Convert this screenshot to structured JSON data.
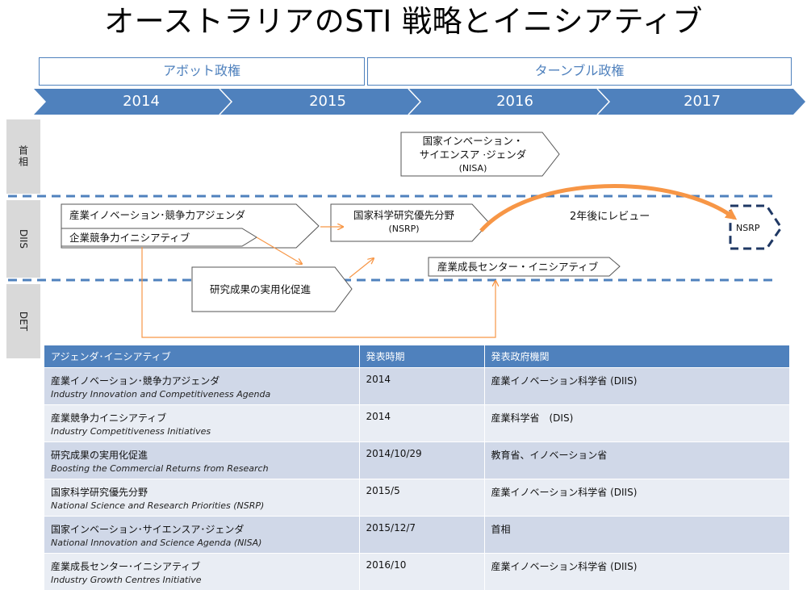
{
  "title": "オーストラリアのSTI 戦略とイニシアティブ",
  "governments": [
    {
      "label": "アボット政権"
    },
    {
      "label": "ターンブル政権"
    }
  ],
  "years": [
    "2014",
    "2015",
    "2016",
    "2017"
  ],
  "lanes": {
    "pm": "首相",
    "diis": "DIIS",
    "det": "DET"
  },
  "shapes": {
    "nisa": [
      "国家インベーション・",
      "サイエンスア ·ジェンダ",
      "(NISA)"
    ],
    "agenda": "産業イノベーション･競争力アジェンダ",
    "competitiveness": "企業競争力イニシアティブ",
    "nsrp": [
      "国家科学研究優先分野",
      "(NSRP)"
    ],
    "nsrp_future": "NSRP",
    "growth_centres": "産業成長センター・イニシアティブ",
    "commercial": "研究成果の実用化促進"
  },
  "review_label": "2年後にレビュー",
  "table": {
    "headers": [
      "アジェンダ･イニシアティブ",
      "発表時期",
      "発表政府機関"
    ],
    "rows": [
      {
        "jp": "産業イノベーション･競争力アジェンダ",
        "en": "Industry Innovation and Competitiveness Agenda",
        "date": "2014",
        "agency": "産業イノベーション科学省 (DIIS)"
      },
      {
        "jp": "産業競争力イニシアティブ",
        "en": "Industry Competitiveness Initiatives",
        "date": "2014",
        "agency": "産業科学省　(DIS)"
      },
      {
        "jp": "研究成果の実用化促進",
        "en": "Boosting the Commercial Returns from Research",
        "date": "2014/10/29",
        "agency": "教育省、イノベーション省"
      },
      {
        "jp": "国家科学研究優先分野",
        "en": "National Science and Research Priorities (NSRP)",
        "date": "2015/5",
        "agency": "産業イノベーション科学省 (DIIS)"
      },
      {
        "jp": "国家インベーション･サイエンスア･ジェンダ",
        "en": "National Innovation and Science Agenda (NISA)",
        "date": "2015/12/7",
        "agency": "首相"
      },
      {
        "jp": "産業成長センター･イニシアティブ",
        "en": "Industry Growth Centres Initiative",
        "date": "2016/10",
        "agency": "産業イノベーション科学省 (DIIS)"
      }
    ]
  },
  "colors": {
    "accent": "#4f81bd",
    "arrow": "#f79646",
    "header_fill": "#4f81bd",
    "row_odd": "#d0d8e8",
    "row_even": "#e9edf4",
    "dashed": "#4f81bd",
    "nsrp_future_border": "#1f3864"
  }
}
